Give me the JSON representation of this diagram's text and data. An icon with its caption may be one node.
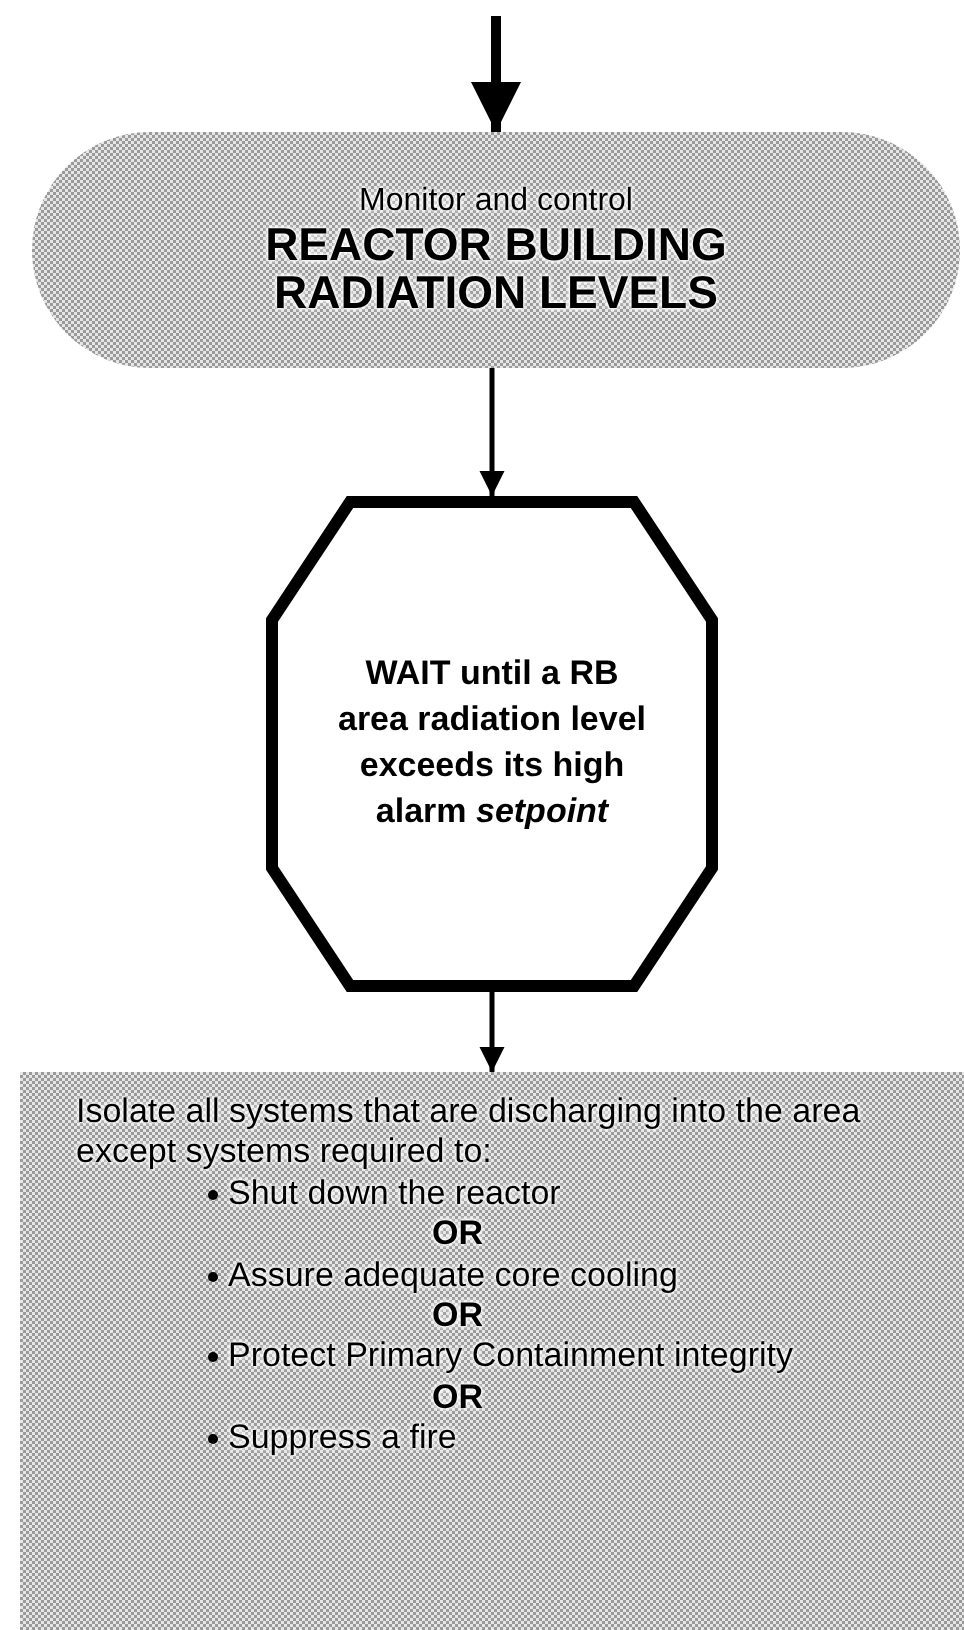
{
  "diagram": {
    "nodes": [
      {
        "text": [
          "Monitor and control",
          "REACTOR BUILDING RADIATION LEVELS"
        ]
      },
      {
        "text": [
          "**WAIT** until a RB area radiation level exceeds its high alarm *setpoint*"
        ]
      },
      {
        "text": [
          "Isolate all systems that are discharging into the area except systems required to:",
          "Shut down the reactor",
          "OR",
          "Assure adequate core cooling",
          "OR",
          "Protect Primary Containment integrity",
          "OR",
          "Suppress a fire"
        ]
      }
    ],
    "edges": [
      {
        "from": null,
        "to": 0,
        "arrow": "to",
        "style": "thick"
      },
      {
        "from": 0,
        "to": 1,
        "arrow": "to"
      },
      {
        "from": 1,
        "to": 2,
        "arrow": "to"
      }
    ]
  }
}
